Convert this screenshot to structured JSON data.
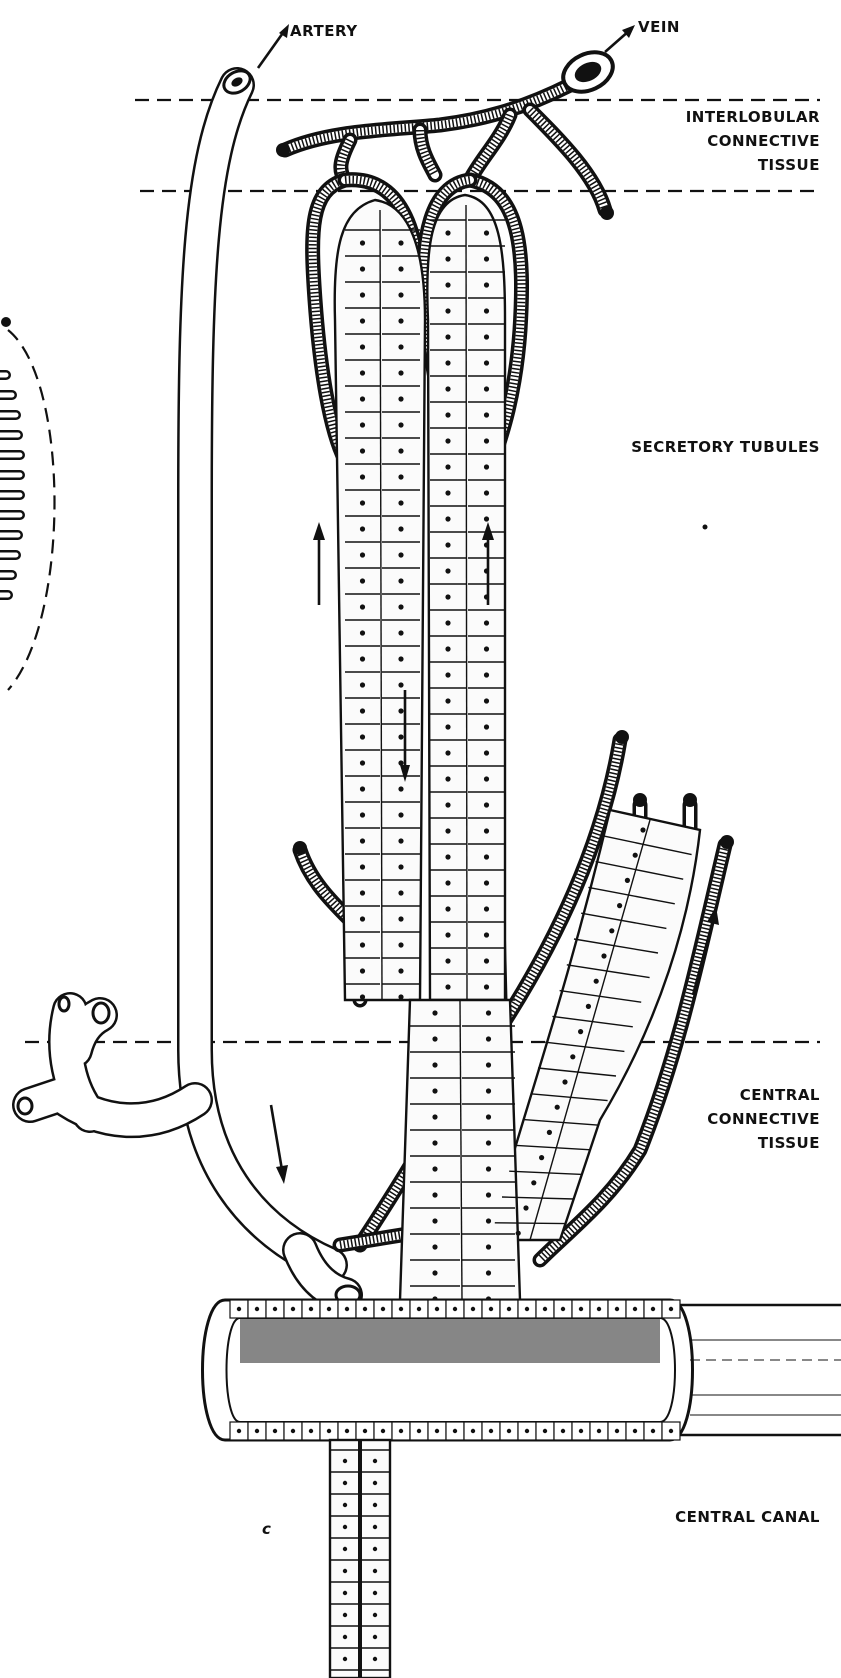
{
  "labels": {
    "artery": "ARTERY",
    "vein": "VEIN",
    "interlobular_1": "INTERLOBULAR",
    "interlobular_2": "CONNECTIVE",
    "interlobular_3": "TISSUE",
    "secretory": "SECRETORY TUBULES",
    "central_ct_1": "CENTRAL",
    "central_ct_2": "CONNECTIVE",
    "central_ct_3": "TISSUE",
    "central_canal": "CENTRAL CANAL",
    "corner_mark": "c"
  },
  "colors": {
    "ink": "#111111",
    "paper": "#ffffff"
  }
}
